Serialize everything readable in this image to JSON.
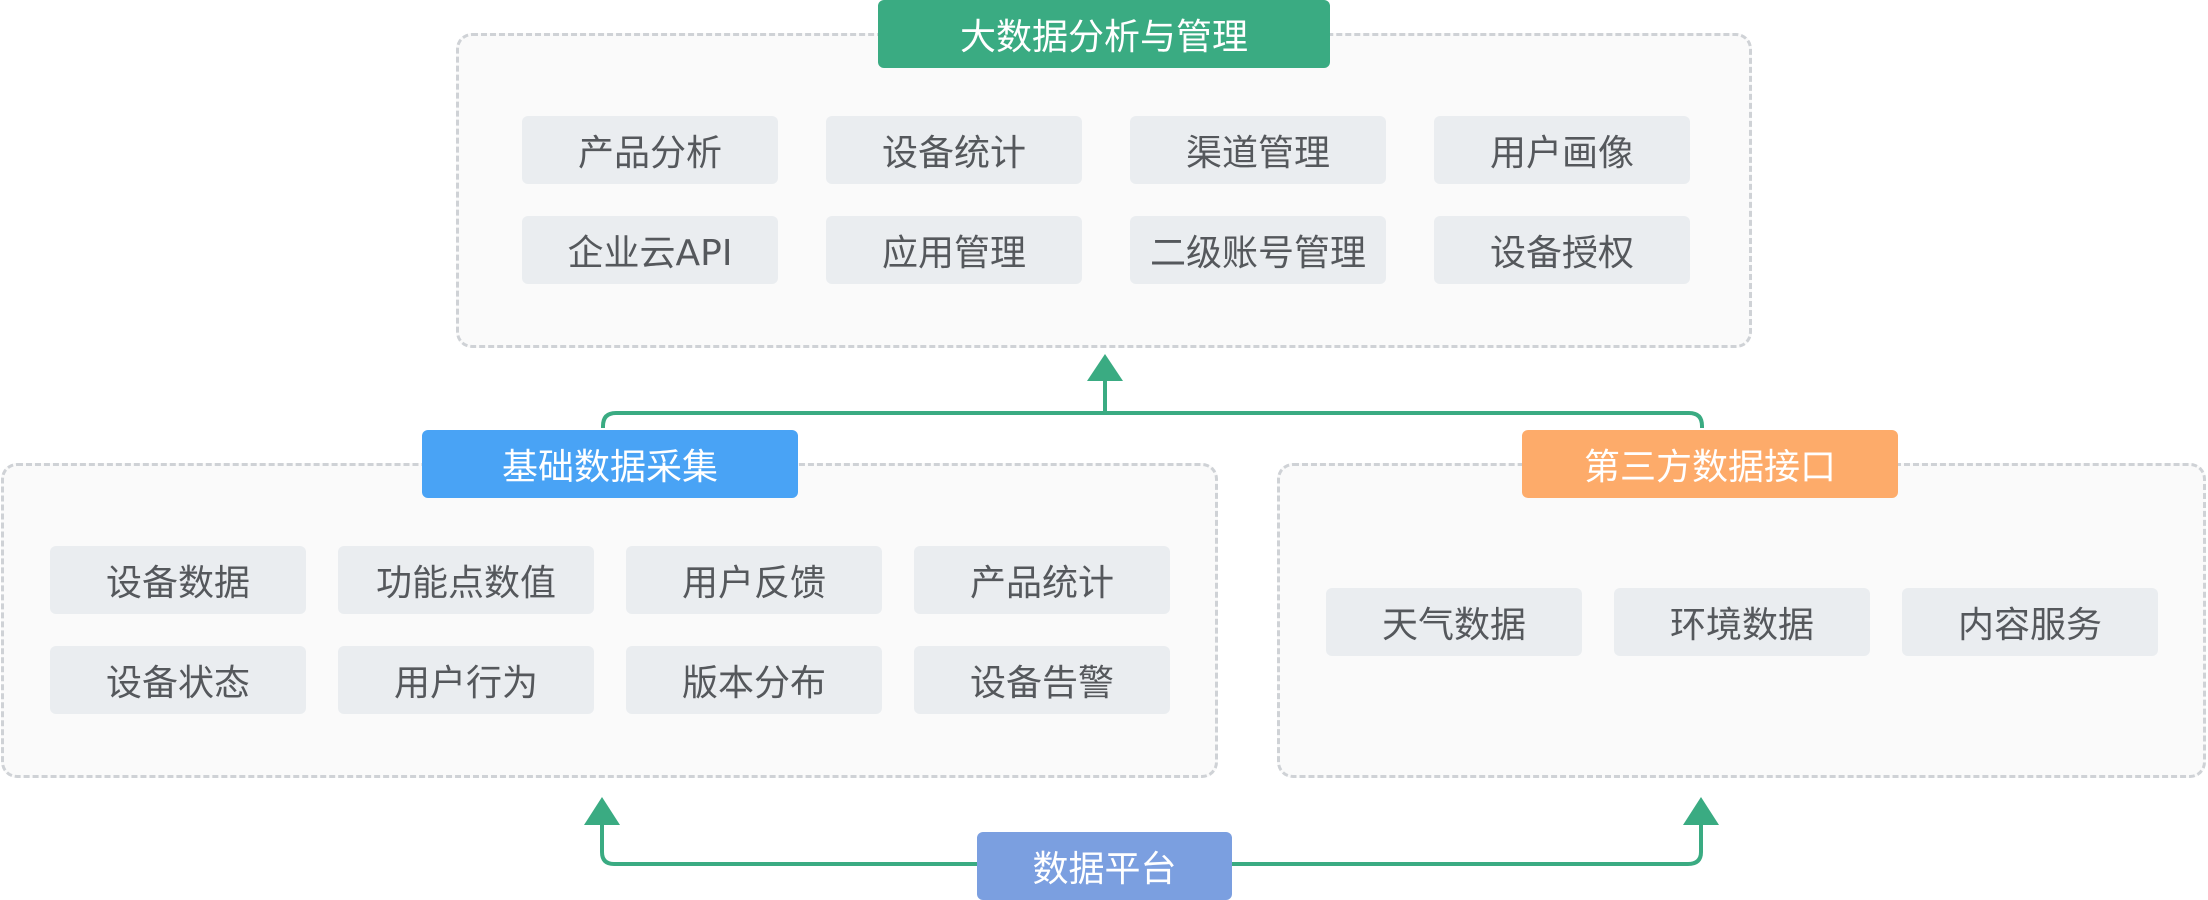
{
  "top": {
    "title": "大数据分析与管理",
    "title_color": "#3aab82",
    "items": [
      "产品分析",
      "设备统计",
      "渠道管理",
      "用户画像",
      "企业云API",
      "应用管理",
      "二级账号管理",
      "设备授权"
    ]
  },
  "left": {
    "title": "基础数据采集",
    "title_color": "#49a3f5",
    "items": [
      "设备数据",
      "功能点数值",
      "用户反馈",
      "产品统计",
      "设备状态",
      "用户行为",
      "版本分布",
      "设备告警"
    ]
  },
  "right": {
    "title": "第三方数据接口",
    "title_color": "#fdab6a",
    "items": [
      "天气数据",
      "环境数据",
      "内容服务"
    ]
  },
  "bottom": {
    "title": "数据平台",
    "title_color": "#7b9fe0"
  },
  "connector_color": "#3aab82"
}
